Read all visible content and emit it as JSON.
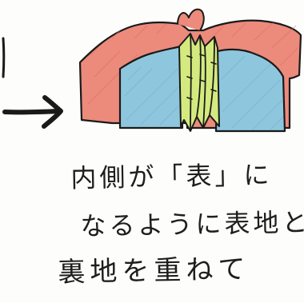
{
  "illustration": {
    "colors": {
      "outer_fabric": "#ec8a7c",
      "lining_fabric": "#8ec7dd",
      "spine_fabric": "#d5ea7e",
      "outline": "#1a1a1a",
      "background": "#fdfdfb"
    },
    "icons": [
      "right-arrow-icon"
    ]
  },
  "caption": {
    "line1": "内側が「表」に",
    "line2": "なるように表地と",
    "line3": "裏地を重ねて"
  }
}
